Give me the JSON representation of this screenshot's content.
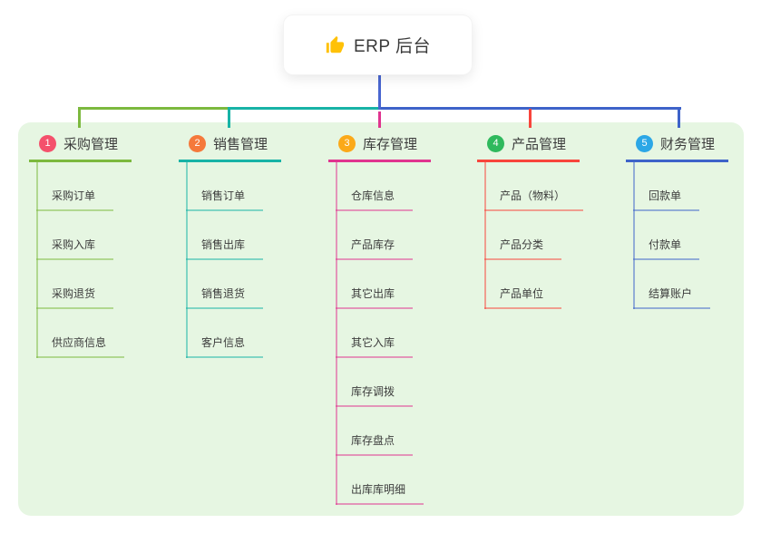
{
  "root": {
    "title": "ERP 后台",
    "icon": "thumbs-up-icon"
  },
  "branches": [
    {
      "index": "1",
      "label": "采购管理",
      "badge_color": "#F4516C",
      "line_color": "#7CB93E",
      "items": [
        "采购订单",
        "采购入库",
        "采购退货",
        "供应商信息"
      ]
    },
    {
      "index": "2",
      "label": "销售管理",
      "badge_color": "#F5793B",
      "line_color": "#17B3A6",
      "items": [
        "销售订单",
        "销售出库",
        "销售退货",
        "客户信息"
      ]
    },
    {
      "index": "3",
      "label": "库存管理",
      "badge_color": "#FBA919",
      "line_color": "#E0348F",
      "items": [
        "仓库信息",
        "产品库存",
        "其它出库",
        "其它入库",
        "库存调拨",
        "库存盘点",
        "出库库明细"
      ]
    },
    {
      "index": "4",
      "label": "产品管理",
      "badge_color": "#2FB95D",
      "line_color": "#F8453C",
      "items": [
        "产品（物料）",
        "产品分类",
        "产品单位"
      ]
    },
    {
      "index": "5",
      "label": "财务管理",
      "badge_color": "#2CA7E6",
      "line_color": "#3E63C9",
      "items": [
        "回款单",
        "付款单",
        "结算账户"
      ]
    }
  ],
  "colors": {
    "panel_bg": "#E6F6E2",
    "root_connector": "#4966D0",
    "icon_color": "#FFC107",
    "text": "#3C3C3C"
  }
}
